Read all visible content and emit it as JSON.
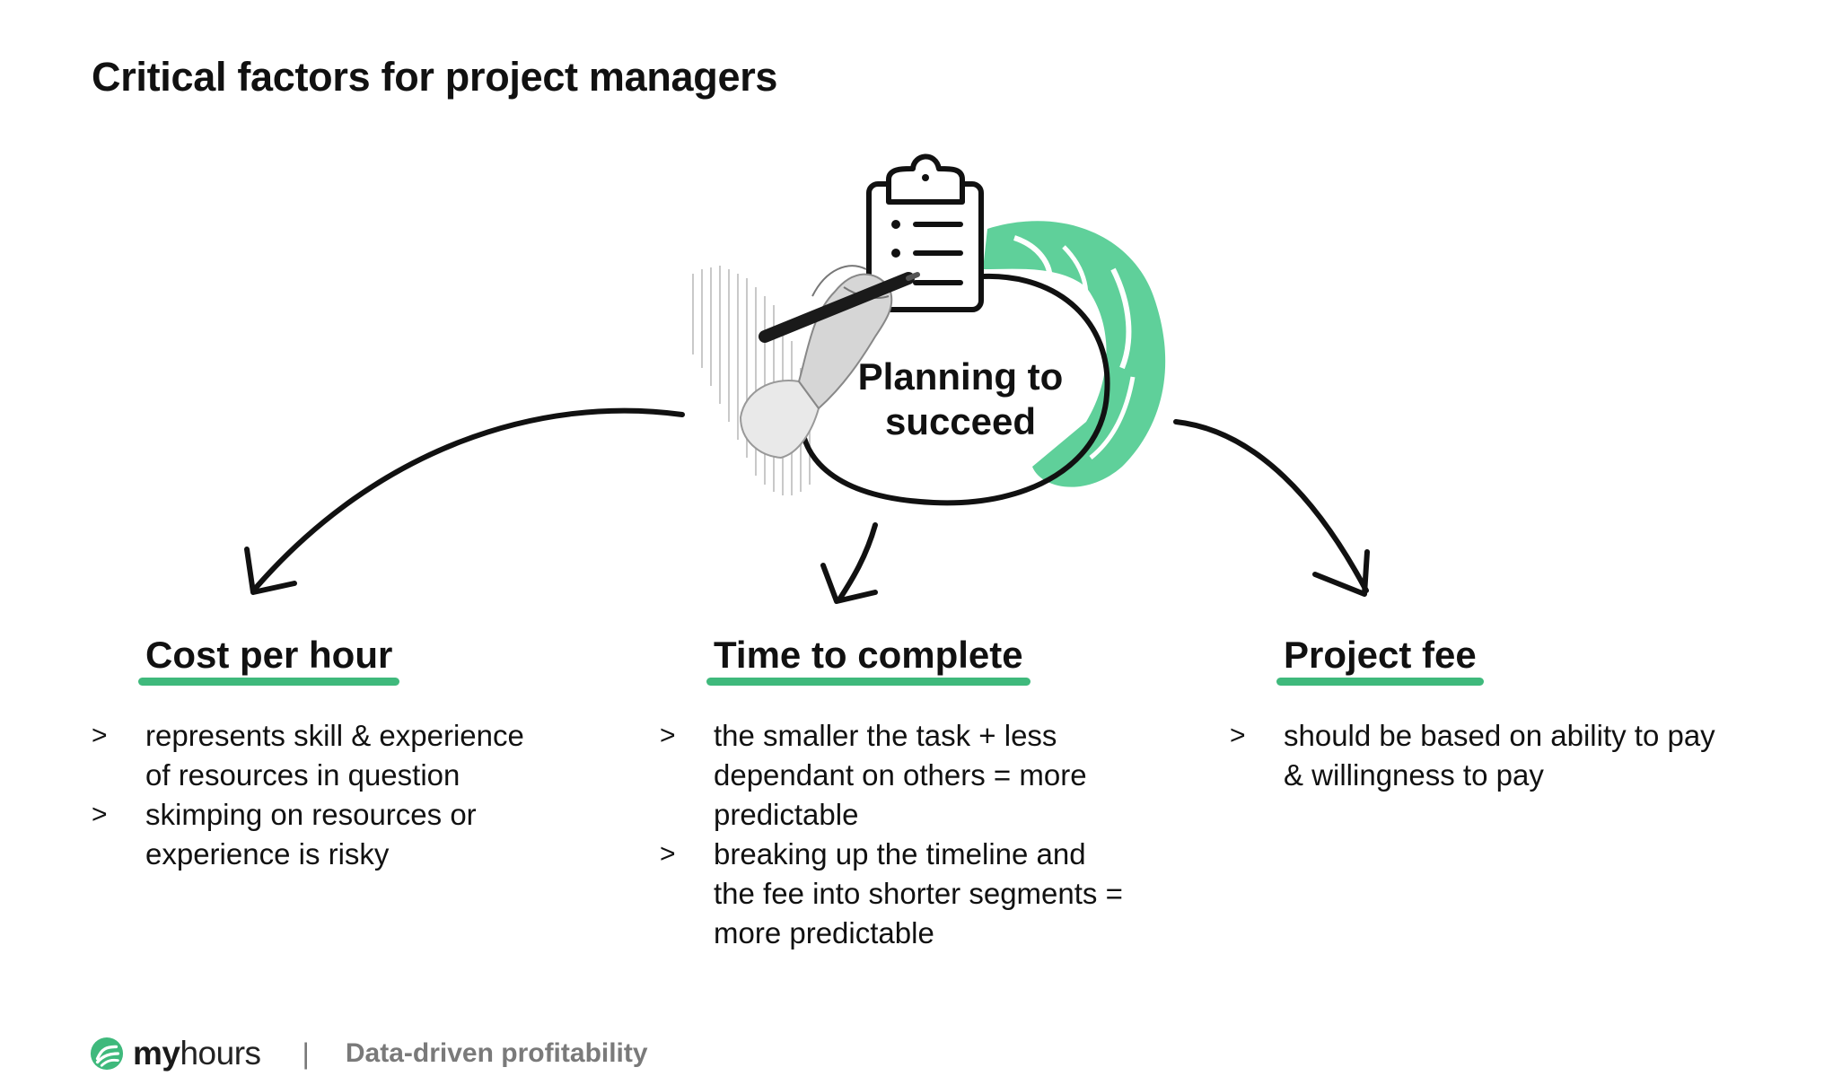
{
  "page": {
    "title": "Critical factors for project managers"
  },
  "center": {
    "label_line1": "Planning to",
    "label_line2": "succeed"
  },
  "factors": [
    {
      "title": "Cost per hour",
      "bullets": [
        [
          "represents skill & experience",
          "of resources in question"
        ],
        [
          "skimping on resources or",
          "experience is risky"
        ]
      ]
    },
    {
      "title": "Time to complete",
      "bullets": [
        [
          "the smaller the task + less",
          "dependant on others = more",
          "predictable"
        ],
        [
          "breaking up the timeline and",
          "the fee into shorter segments =",
          "more predictable"
        ]
      ]
    },
    {
      "title": "Project fee",
      "bullets": [
        [
          "should be based on ability to pay",
          "& willingness to pay"
        ]
      ]
    }
  ],
  "bullet_marker": ">",
  "footer": {
    "brand_my": "my",
    "brand_hours": "hours",
    "separator": "|",
    "tagline": "Data-driven profitability"
  },
  "colors": {
    "accent": "#3fb97c",
    "accent_light": "#5fd09a",
    "text": "#111111",
    "muted": "#7a7a7a"
  },
  "icons": [
    "clipboard-icon",
    "hand-with-pen-illustration",
    "arrow-icon",
    "myhours-logo-icon"
  ]
}
